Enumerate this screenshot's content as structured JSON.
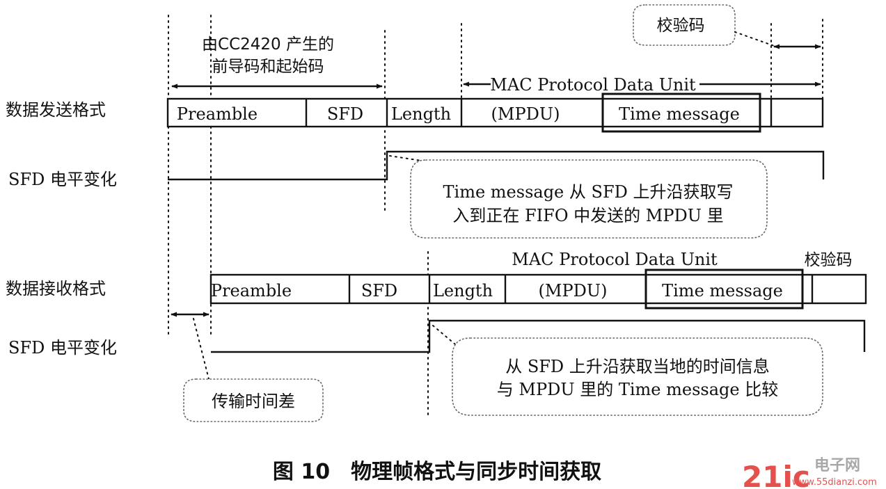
{
  "figure": {
    "caption": "图 10　物理帧格式与同步时间获取",
    "watermark": {
      "logo": "21ic电子网",
      "url": "www.55dianzi.com"
    }
  },
  "tx": {
    "row_label": "数据发送格式",
    "level_label": "SFD 电平变化",
    "preamble_note_line1": "由CC2420 产生的",
    "preamble_note_line2": "前导码和起始码",
    "mac_span_label": "MAC Protocol Data Unit",
    "checksum_note": "校验码",
    "fields": {
      "preamble": "Preamble",
      "sfd": "SFD",
      "length": "Length",
      "mpdu": "(MPDU)",
      "time_message": "Time message"
    },
    "bubble_line1": "Time message 从 SFD 上升沿获取写",
    "bubble_line2": "入到正在 FIFO 中发送的 MPDU 里"
  },
  "rx": {
    "row_label": "数据接收格式",
    "level_label": "SFD 电平变化",
    "mac_span_label": "MAC Protocol Data Unit",
    "checksum_label": "校验码",
    "fields": {
      "preamble": "Preamble",
      "sfd": "SFD",
      "length": "Length",
      "mpdu": "(MPDU)",
      "time_message": "Time message"
    },
    "bubble_line1": "从 SFD 上升沿获取当地的时间信息",
    "bubble_line2": "与 MPDU 里的 Time message 比较",
    "delay_note": "传输时间差"
  },
  "colors": {
    "ink": "#111111",
    "bubble_border": "#666666",
    "watermark_red": "#e0332f",
    "watermark_gray": "#9a9a9a"
  }
}
